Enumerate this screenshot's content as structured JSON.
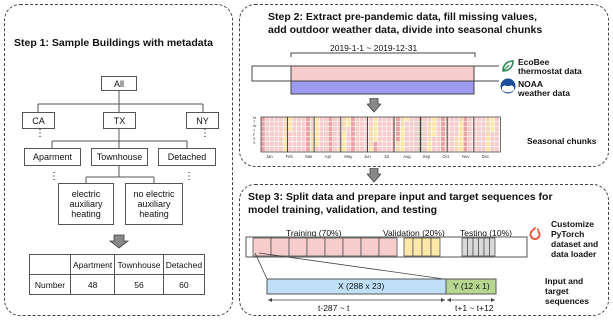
{
  "step1": {
    "title": "Step 1: Sample Buildings with metadata",
    "root": "All",
    "states": [
      "CA",
      "TX",
      "NY"
    ],
    "types": [
      "Aparment",
      "Townhouse",
      "Detached"
    ],
    "heating": [
      "electric auxiliary heating",
      "no electric auxiliary heating"
    ],
    "table": {
      "headers": [
        "",
        "Apartment",
        "Townhouse",
        "Detached"
      ],
      "row_label": "Number",
      "values": [
        "48",
        "56",
        "60"
      ]
    }
  },
  "step2": {
    "title_line1": "Step 2: Extract pre-pandemic data, fill missing values,",
    "title_line2": "add outdoor weather data, divide into seasonal chunks",
    "date_range": "2019-1-1 ~ 2019-12-31",
    "ecobee_label": "EcoBee thermostat data",
    "noaa_label": "NOAA weather data",
    "chunks_label": "Seasonal chunks",
    "months": [
      "Jan",
      "Feb",
      "Mar",
      "Apr",
      "May",
      "Jun",
      "Jul",
      "Aug",
      "Sep",
      "Oct",
      "Nov",
      "Dec"
    ],
    "weekdays": "M T W T F S S"
  },
  "step3": {
    "title_line1": "Step 3: Split data and prepare input and target sequences for",
    "title_line2": "model training, validation, and testing",
    "training": "Training (70%)",
    "validation": "Validation (20%)",
    "testing": "Testing (10%)",
    "pytorch_label": "Customize PyTorch dataset and data loader",
    "x_label": "X (288 x 23)",
    "y_label": "Y (12 x 1)",
    "x_range": "t-287 ~ t",
    "y_range": "t+1 ~ t+12",
    "seq_label": "Input and target sequences"
  },
  "colors": {
    "pink": "#f6cccc",
    "red_cell": "#e9a3a3",
    "purple": "#9d9bf0",
    "yellow": "#fde8a8",
    "gray_cell": "#d9d9d9",
    "x_blue": "#bfe0f7",
    "y_green": "#b7d68f"
  }
}
